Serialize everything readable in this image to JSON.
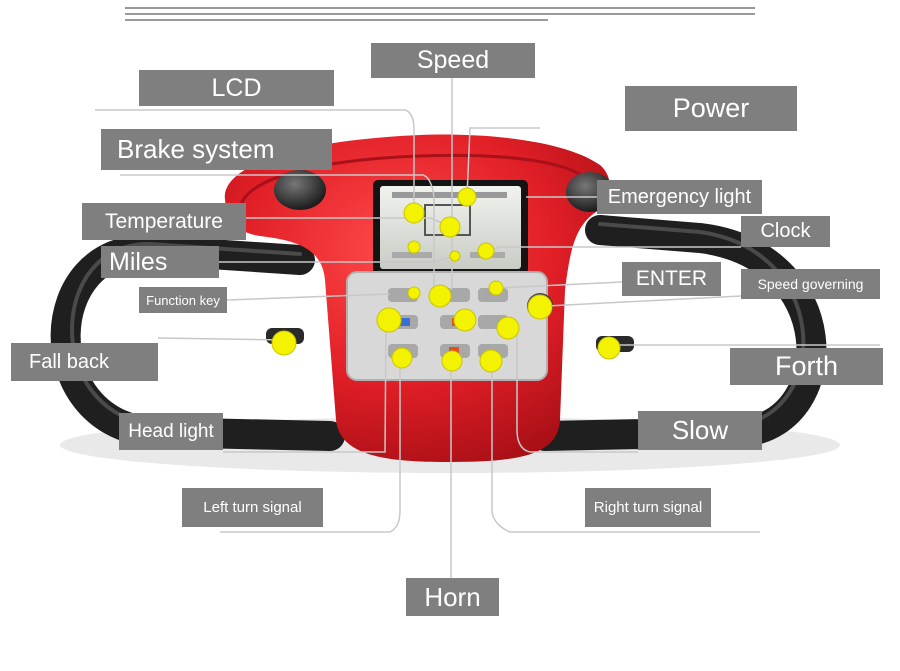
{
  "labels": {
    "speed": "Speed",
    "lcd": "LCD",
    "power": "Power",
    "brake_system": "Brake system",
    "emergency_light": "Emergency light",
    "temperature": "Temperature",
    "clock": "Clock",
    "miles": "Miles",
    "enter": "ENTER",
    "speed_governing": "Speed governing",
    "function_key": "Function key",
    "fall_back": "Fall back",
    "forth": "Forth",
    "head_light": "Head light",
    "slow": "Slow",
    "left_turn_signal": "Left turn signal",
    "right_turn_signal": "Right turn signal",
    "horn": "Horn"
  },
  "colors": {
    "label_bg": "#7f7f7f",
    "label_text": "#ffffff",
    "console_red": "#e0202a",
    "handlebar": "#222222",
    "marker": "#f3f200",
    "leader_line": "#c8c8c8"
  }
}
